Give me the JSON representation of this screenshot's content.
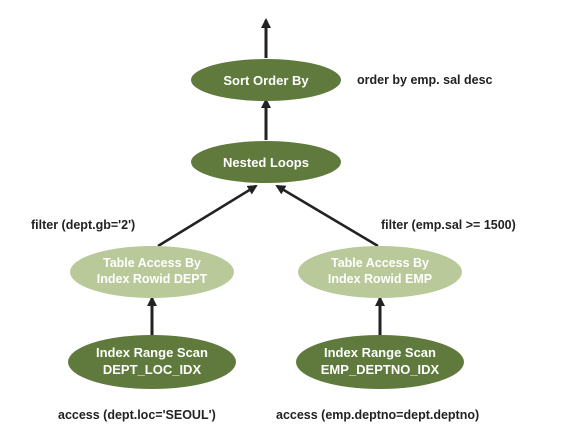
{
  "colors": {
    "dark_node": "#5f7a3c",
    "light_node": "#b9c99a",
    "arrow": "#222222",
    "annotation_text": "#222222"
  },
  "nodes": {
    "sort_order_by": {
      "line1": "Sort Order By"
    },
    "nested_loops": {
      "line1": "Nested Loops"
    },
    "table_access_dept": {
      "line1": "Table Access By",
      "line2": "Index Rowid DEPT"
    },
    "table_access_emp": {
      "line1": "Table Access By",
      "line2": "Index Rowid EMP"
    },
    "index_scan_dept": {
      "line1": "Index Range Scan",
      "line2": "DEPT_LOC_IDX"
    },
    "index_scan_emp": {
      "line1": "Index Range Scan",
      "line2": "EMP_DEPTNO_IDX"
    }
  },
  "annotations": {
    "order_by": "order by emp. sal desc",
    "filter_dept": "filter (dept.gb='2')",
    "filter_emp": "filter (emp.sal >= 1500)",
    "access_dept": "access (dept.loc='SEOUL')",
    "access_emp": "access (emp.deptno=dept.deptno)"
  }
}
